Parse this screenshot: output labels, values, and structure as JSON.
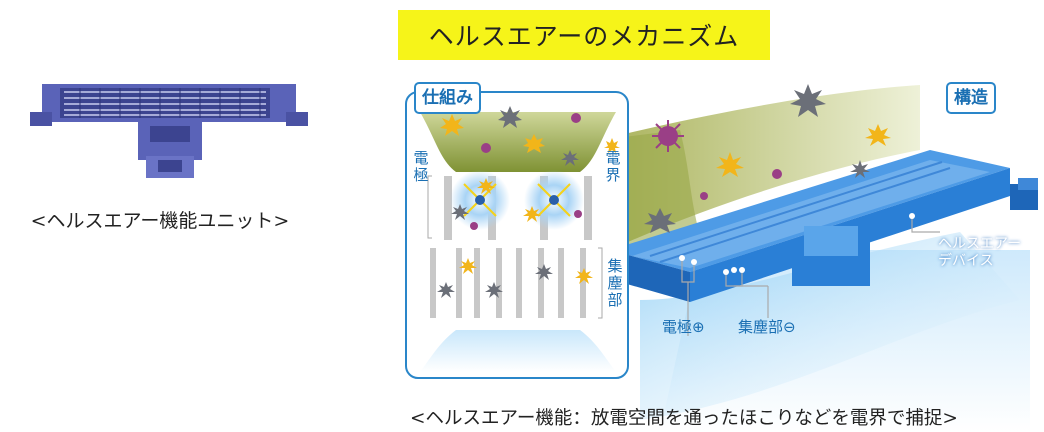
{
  "title": "ヘルスエアーのメカニズム",
  "unit_caption": "<ヘルスエアー機能ユニット>",
  "bottom_caption": "<ヘルスエアー機能：放電空間を通ったほこりなどを電界で捕捉>",
  "mechanism_panel": {
    "tag": "仕組み",
    "label_electrode": "電\n極",
    "label_field": "電\n界",
    "label_collector": "集\n塵\n部"
  },
  "structure_panel": {
    "tag": "構造",
    "device_label": "ヘルスエアー\nデバイス",
    "electrode_label": "電極⊕",
    "collector_label": "集塵部⊖"
  },
  "colors": {
    "banner": "#f6f419",
    "accent_blue": "#1a6fb3",
    "device_blue": "#2a7fd6",
    "unit_purple": "#5a63b8",
    "dust_gray": "#6b6f78",
    "pollen_yellow": "#f2b51a",
    "virus_purple": "#9a3f86"
  }
}
